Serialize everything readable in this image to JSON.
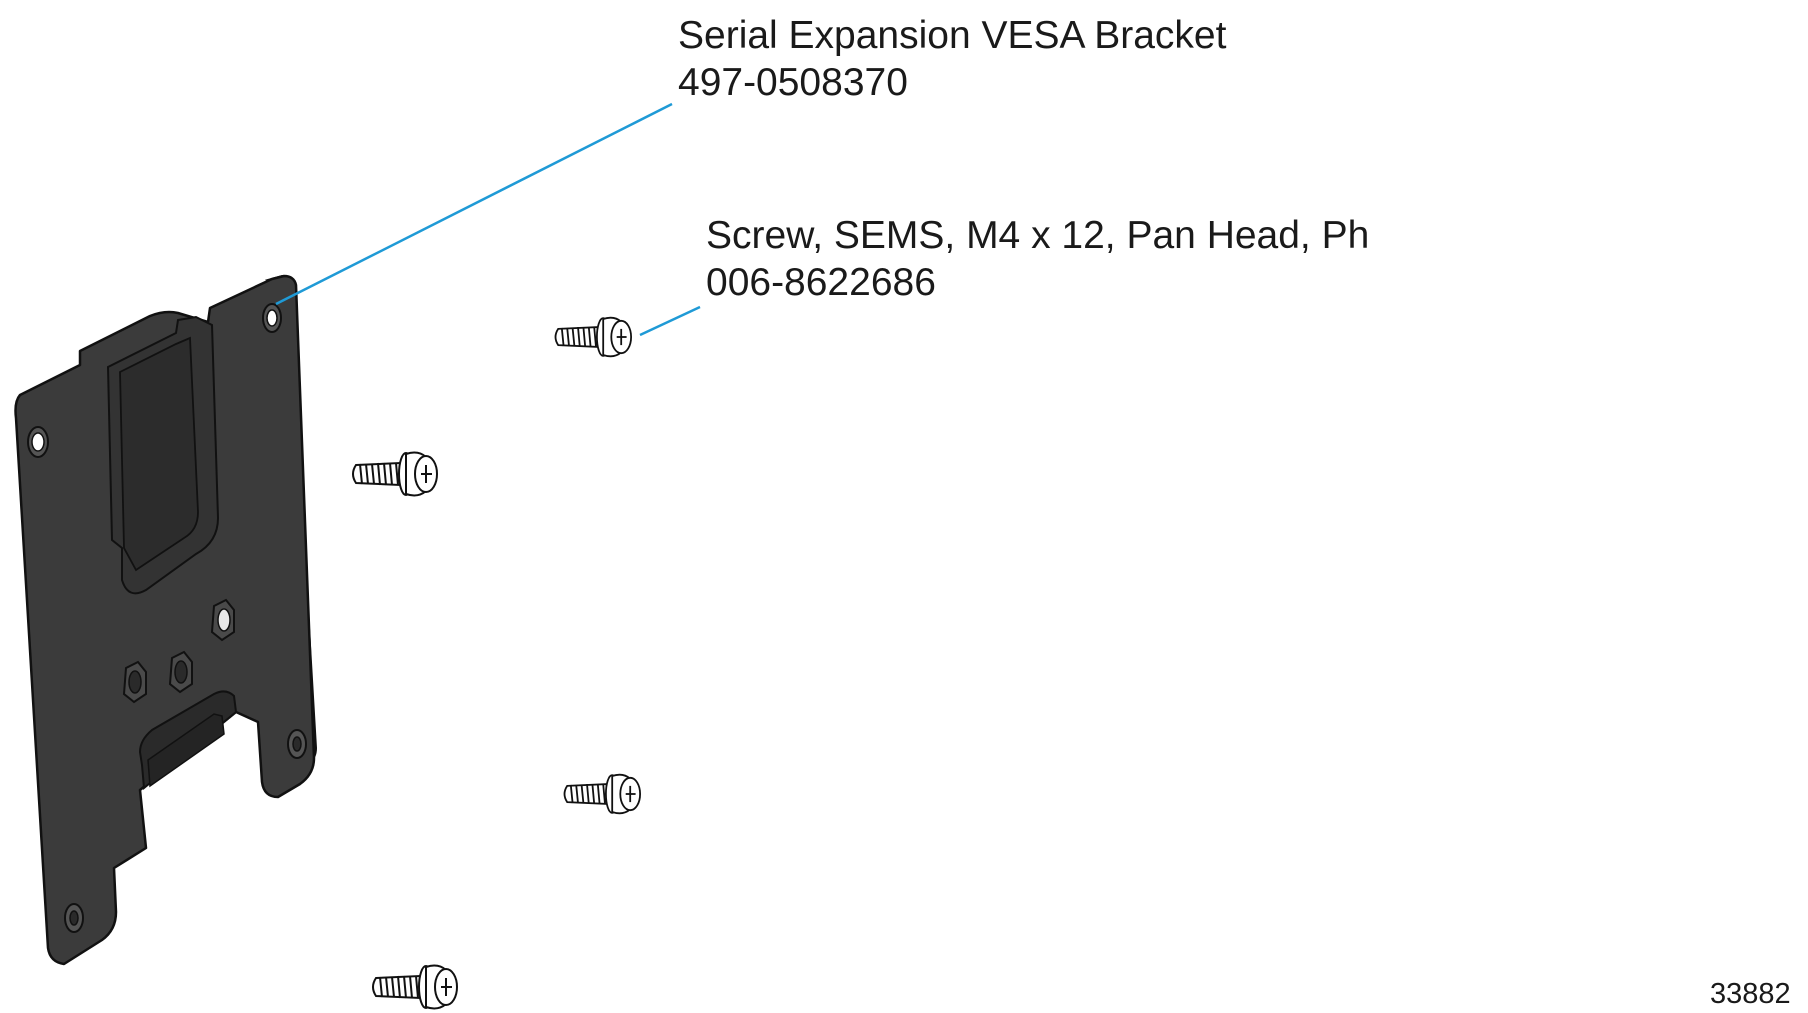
{
  "callouts": {
    "bracket": {
      "name": "Serial Expansion VESA Bracket",
      "part_number": "497-0508370"
    },
    "screw": {
      "name": "Screw, SEMS, M4 x 12, Pan Head, Ph",
      "part_number": "006-8622686"
    }
  },
  "figure_number": "33882",
  "colors": {
    "leader_line": "#1f9ad6",
    "bracket_fill": "#3b3b3b",
    "bracket_shade": "#2a2a2a",
    "outline": "#111111",
    "screw_fill": "#ffffff"
  }
}
